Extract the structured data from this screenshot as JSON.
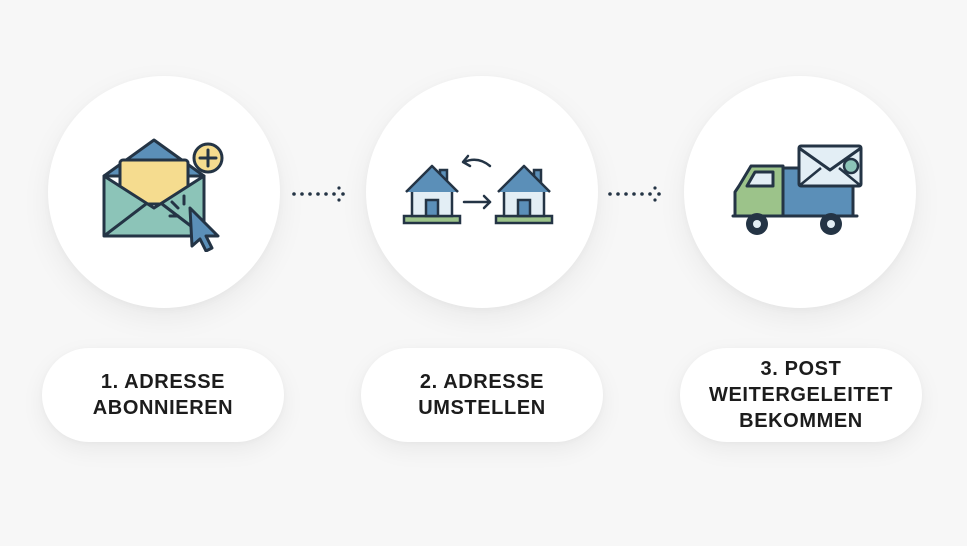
{
  "steps": [
    {
      "label": "1. ADRESSE\nABONNIEREN",
      "icon": "envelope-cursor-plus-icon"
    },
    {
      "label": "2. ADRESSE\nUMSTELLEN",
      "icon": "house-move-icon"
    },
    {
      "label": "3. POST\nWEITERGELEITET\nBEKOMMEN",
      "icon": "delivery-truck-mail-icon"
    }
  ],
  "connectors": [
    "dotted-arrow-icon",
    "dotted-arrow-icon"
  ],
  "colors": {
    "background": "#f7f7f7",
    "outline": "#243445",
    "blue": "#5b8fb8",
    "teal": "#8cc4b8",
    "yellow": "#f5dc8f",
    "green": "#9cc38a",
    "light": "#e3eef5"
  }
}
